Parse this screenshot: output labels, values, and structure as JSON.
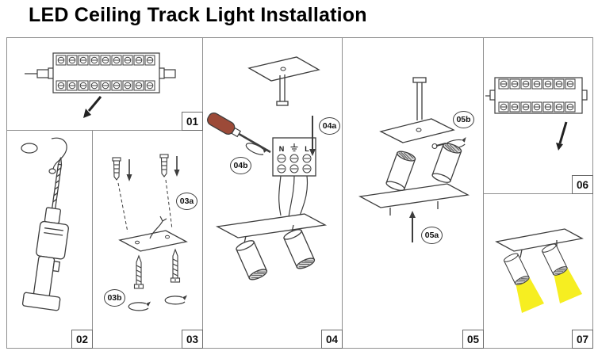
{
  "title": "LED Ceiling Track Light Installation",
  "panels": {
    "p01": {
      "number": "01"
    },
    "p02": {
      "number": "02"
    },
    "p03": {
      "number": "03",
      "callout_a": "03a",
      "callout_b": "03b"
    },
    "p04": {
      "number": "04",
      "callout_a": "04a",
      "callout_b": "04b",
      "terminal": {
        "n": "N",
        "ground": "⏚",
        "l": "L"
      }
    },
    "p05": {
      "number": "05",
      "callout_a": "05a",
      "callout_b": "05b"
    },
    "p06": {
      "number": "06"
    },
    "p07": {
      "number": "07"
    }
  },
  "colors": {
    "outline": "#3d3d3d",
    "beam_yellow": "#f6ee21",
    "screwdriver_handle": "#9c4a38"
  }
}
